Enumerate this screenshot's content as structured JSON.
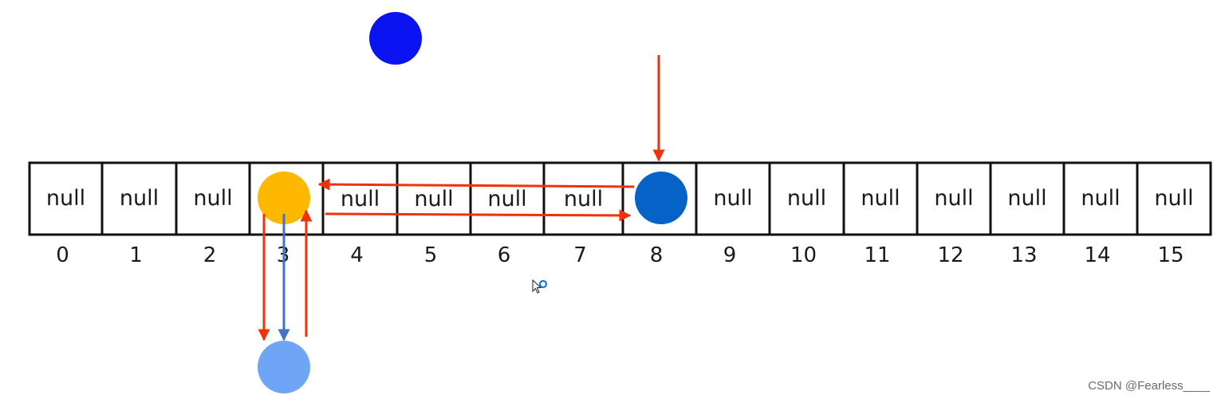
{
  "array": {
    "cells": [
      {
        "index": "0",
        "text": "null"
      },
      {
        "index": "1",
        "text": "null"
      },
      {
        "index": "2",
        "text": "null"
      },
      {
        "index": "3",
        "text": ""
      },
      {
        "index": "4",
        "text": "null"
      },
      {
        "index": "5",
        "text": "null"
      },
      {
        "index": "6",
        "text": "null"
      },
      {
        "index": "7",
        "text": "null"
      },
      {
        "index": "8",
        "text": ""
      },
      {
        "index": "9",
        "text": "null"
      },
      {
        "index": "10",
        "text": "null"
      },
      {
        "index": "11",
        "text": "null"
      },
      {
        "index": "12",
        "text": "null"
      },
      {
        "index": "13",
        "text": "null"
      },
      {
        "index": "14",
        "text": "null"
      },
      {
        "index": "15",
        "text": "null"
      }
    ]
  },
  "colors": {
    "blue_node": "#0a14f0",
    "dark_blue_node": "#0563c8",
    "orange_node": "#ffb800",
    "light_blue_node": "#6ea6f5",
    "red_arrow": "#f0320a",
    "blue_arrow": "#4472c4",
    "grid": "#111111"
  },
  "icons": {
    "cursor": "pointer-busy-icon"
  },
  "watermark": {
    "text": "CSDN @Fearless____"
  }
}
